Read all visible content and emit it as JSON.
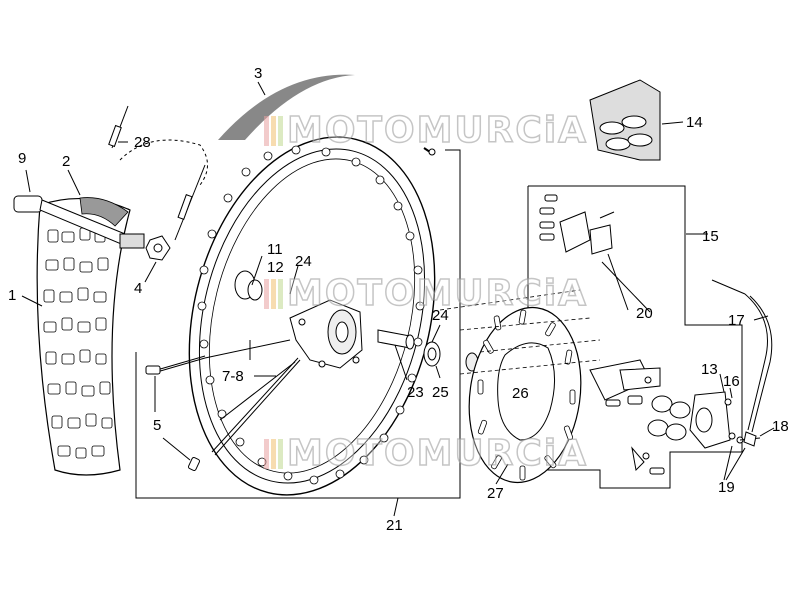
{
  "watermark": {
    "text": "MOTOMURCiA",
    "bar_colors": [
      "#e8a0a0",
      "#f0c070",
      "#c0d890"
    ]
  },
  "callouts": {
    "c1": "1",
    "c2": "2",
    "c3": "3",
    "c4": "4",
    "c5": "5",
    "c78": "7-8",
    "c9": "9",
    "c11": "11",
    "c12": "12",
    "c13": "13",
    "c14": "14",
    "c15": "15",
    "c16": "16",
    "c17": "17",
    "c18": "18",
    "c19": "19",
    "c20": "20",
    "c21": "21",
    "c23": "23",
    "c24a": "24",
    "c24b": "24",
    "c25": "25",
    "c26": "26",
    "c27": "27",
    "c28": "28"
  },
  "colors": {
    "line": "#000000",
    "tire": "#999999",
    "stripe": "#888888"
  }
}
